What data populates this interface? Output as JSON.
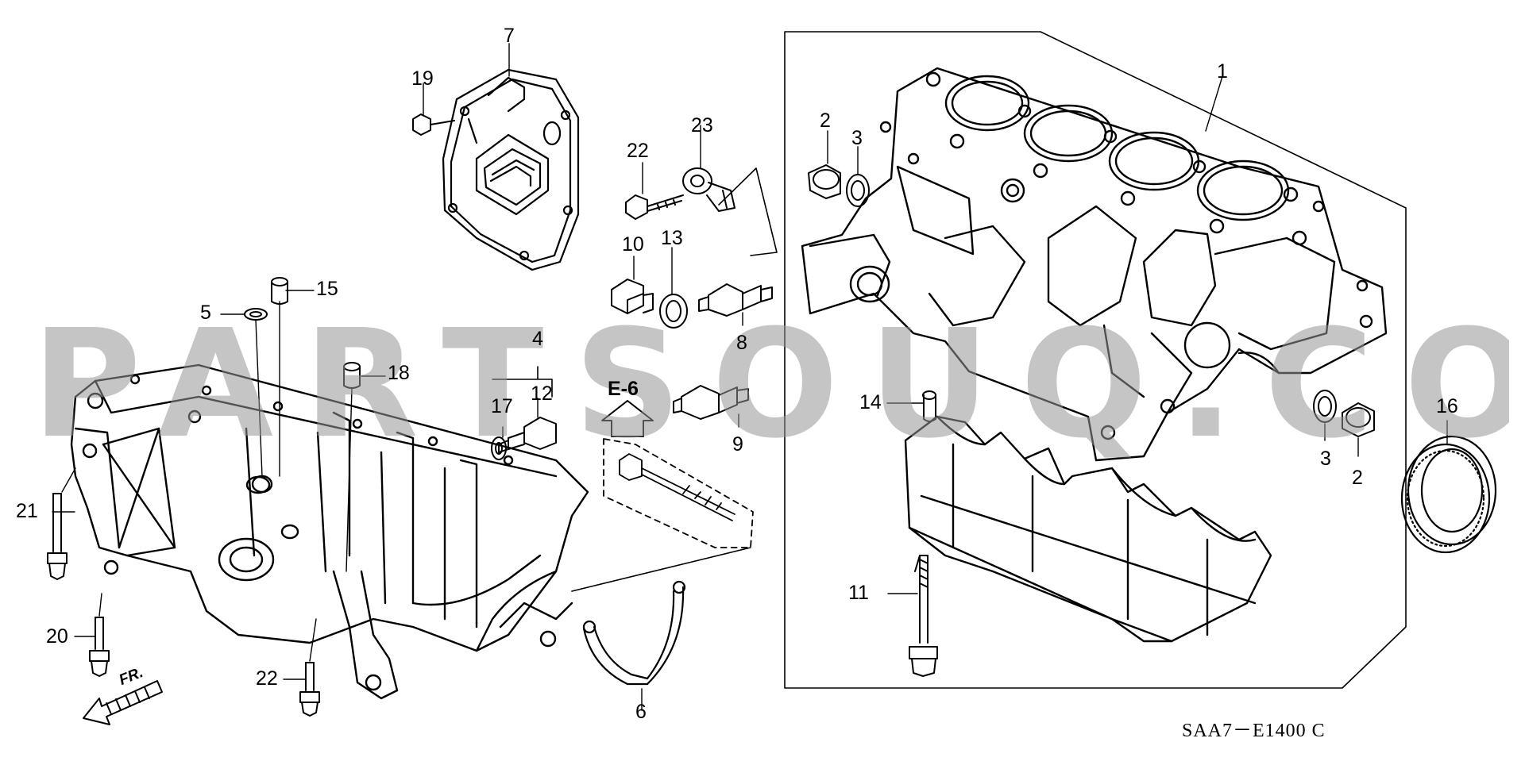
{
  "diagram": {
    "code": "SAA7－E1400 C",
    "reference": "E-6",
    "direction": "FR.",
    "watermark": "PARTSOUQ.COM"
  },
  "callouts": {
    "p1": "1",
    "p2a": "2",
    "p2b": "2",
    "p3a": "3",
    "p3b": "3",
    "p4": "4",
    "p5": "5",
    "p6": "6",
    "p7": "7",
    "p8": "8",
    "p9": "9",
    "p10": "10",
    "p11": "11",
    "p12": "12",
    "p13": "13",
    "p14": "14",
    "p15": "15",
    "p16": "16",
    "p17": "17",
    "p18": "18",
    "p19": "19",
    "p20": "20",
    "p21": "21",
    "p22a": "22",
    "p22b": "22",
    "p23": "23"
  }
}
